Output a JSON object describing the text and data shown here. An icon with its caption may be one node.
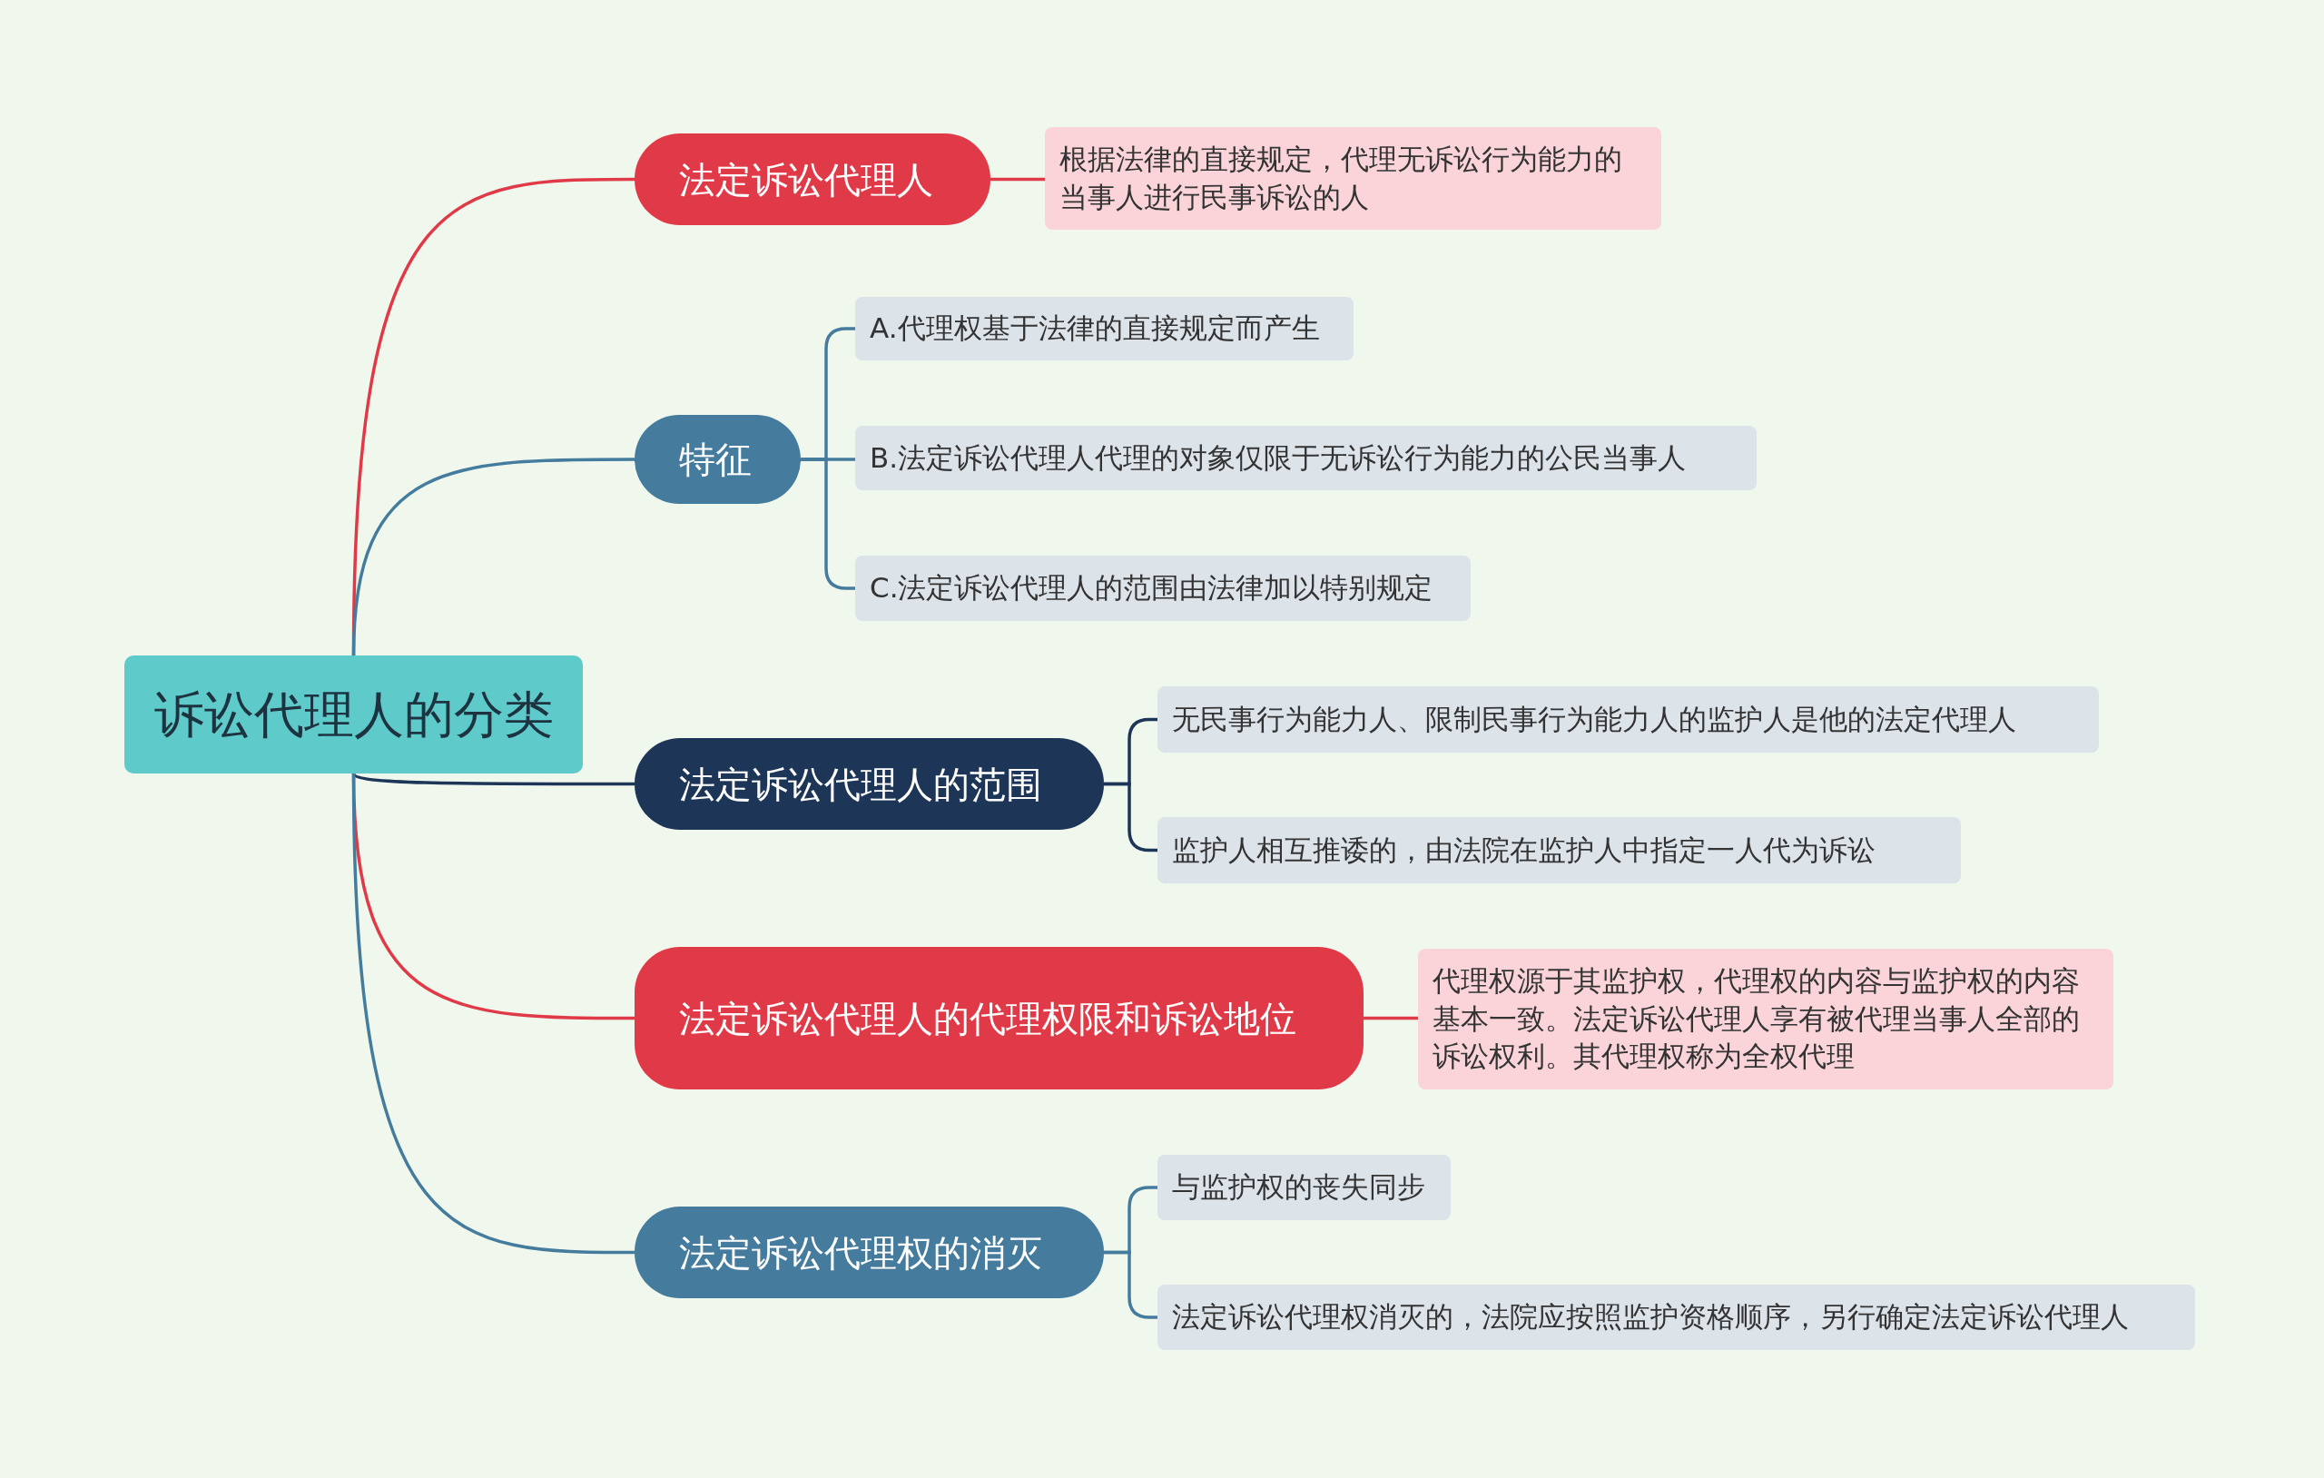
{
  "diagram": {
    "nodes": [
      {
        "text": [
          "诉讼代理人的分类"
        ]
      },
      {
        "text": [
          "法定诉讼代理人"
        ]
      },
      {
        "text": [
          "根据法律的直接规定，代理无诉讼行为能力的当事人进行民事诉讼的人"
        ]
      },
      {
        "text": [
          "特征"
        ]
      },
      {
        "text": [
          "A.代理权基于法律的直接规定而产生"
        ]
      },
      {
        "text": [
          "B.法定诉讼代理人代理的对象仅限于无诉讼行为能力的公民当事人"
        ]
      },
      {
        "text": [
          "C.法定诉讼代理人的范围由法律加以特别规定"
        ]
      },
      {
        "text": [
          "法定诉讼代理人的范围"
        ]
      },
      {
        "text": [
          "无民事行为能力人、限制民事行为能力人的监护人是他的法定代理人"
        ]
      },
      {
        "text": [
          "监护人相互推诿的，由法院在监护人中指定一人代为诉讼"
        ]
      },
      {
        "text": [
          "法定诉讼代理人的代理权限和诉讼地位"
        ]
      },
      {
        "text": [
          "代理权源于其监护权，代理权的内容与监护权的内容基本一致。法定诉讼代理人享有被代理当事人全部的诉讼权利。其代理权称为全权代理"
        ]
      },
      {
        "text": [
          "法定诉讼代理权的消灭"
        ]
      },
      {
        "text": [
          "与监护权的丧失同步"
        ]
      },
      {
        "text": [
          "法定诉讼代理权消灭的，法院应按照监护资格顺序，另行确定法定诉讼代理人"
        ]
      }
    ],
    "edges": [
      {
        "from": 0,
        "to": 1,
        "arrow": "none",
        "color": "#e03a48"
      },
      {
        "from": 0,
        "to": 3,
        "arrow": "none"
      },
      {
        "from": 0,
        "to": 7,
        "arrow": "none",
        "color": "#1d3557"
      },
      {
        "from": 0,
        "to": 10,
        "arrow": "none",
        "color": "#e03a48"
      },
      {
        "from": 0,
        "to": 12,
        "arrow": "none"
      },
      {
        "from": 1,
        "to": 2,
        "arrow": "none",
        "color": "#e03a48"
      },
      {
        "from": 3,
        "to": 4,
        "arrow": "none"
      },
      {
        "from": 3,
        "to": 5,
        "arrow": "none"
      },
      {
        "from": 3,
        "to": 6,
        "arrow": "none"
      },
      {
        "from": 7,
        "to": 8,
        "arrow": "none",
        "color": "#1d3557"
      },
      {
        "from": 7,
        "to": 9,
        "arrow": "none",
        "color": "#1d3557"
      },
      {
        "from": 10,
        "to": 11,
        "arrow": "none",
        "color": "#e03a48"
      },
      {
        "from": 12,
        "to": 13,
        "arrow": "none"
      },
      {
        "from": 12,
        "to": 14,
        "arrow": "none"
      }
    ]
  }
}
